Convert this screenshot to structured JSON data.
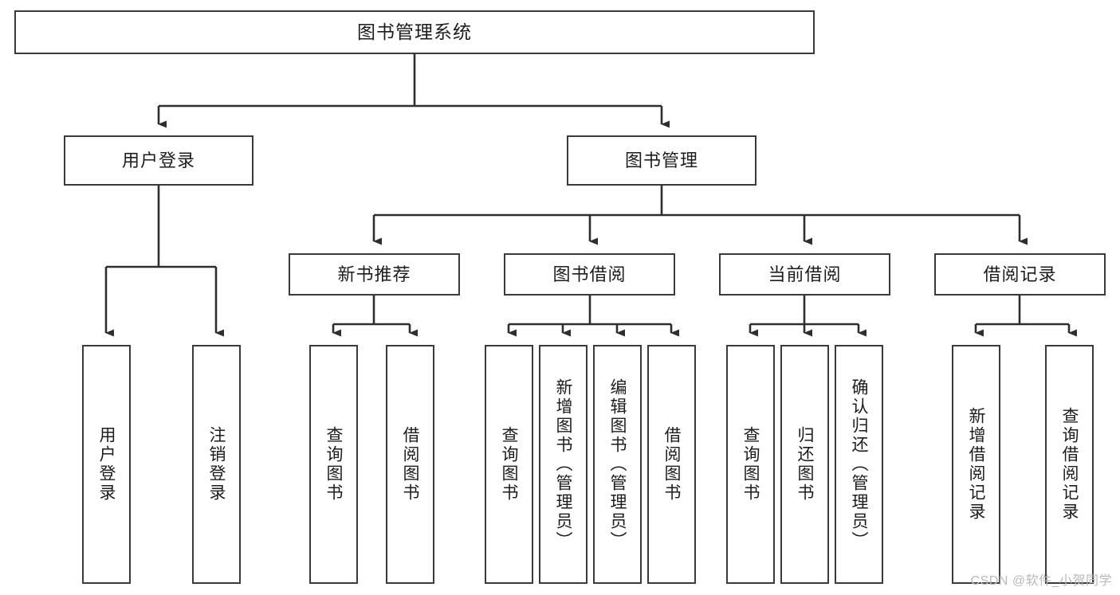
{
  "diagram": {
    "title": "图书管理系统",
    "type": "tree-hierarchy",
    "watermark": "CSDN @软件_小贺同学",
    "colors": {
      "box_border": "#3a3a3a",
      "box_fill": "#ffffff",
      "connector": "#2e2e2e",
      "text": "#1c1c1c",
      "watermark": "#b9b9b9"
    },
    "nodes": {
      "root": {
        "label": "图书管理系统"
      },
      "level1": [
        {
          "id": "user-login",
          "label": "用户登录"
        },
        {
          "id": "book-manage",
          "label": "图书管理"
        }
      ],
      "level2": [
        {
          "id": "new-book-recommend",
          "label": "新书推荐"
        },
        {
          "id": "book-borrow",
          "label": "图书借阅"
        },
        {
          "id": "current-borrow",
          "label": "当前借阅"
        },
        {
          "id": "borrow-record",
          "label": "借阅记录"
        }
      ],
      "leaves": {
        "user-login": [
          {
            "id": "leaf-user-login",
            "label": "用户登录"
          },
          {
            "id": "leaf-logout-login",
            "label": "注销登录"
          }
        ],
        "new-book-recommend": [
          {
            "id": "leaf-query-book-1",
            "label": "查询图书"
          },
          {
            "id": "leaf-borrow-book-1",
            "label": "借阅图书"
          }
        ],
        "book-borrow": [
          {
            "id": "leaf-query-book-2",
            "label": "查询图书"
          },
          {
            "id": "leaf-add-book",
            "label": "新增图书（管理员）"
          },
          {
            "id": "leaf-edit-book",
            "label": "编辑图书（管理员）"
          },
          {
            "id": "leaf-borrow-book-2",
            "label": "借阅图书"
          }
        ],
        "current-borrow": [
          {
            "id": "leaf-query-book-3",
            "label": "查询图书"
          },
          {
            "id": "leaf-return-book",
            "label": "归还图书"
          },
          {
            "id": "leaf-confirm-return",
            "label": "确认归还（管理员）"
          }
        ],
        "borrow-record": [
          {
            "id": "leaf-add-record",
            "label": "新增借阅记录"
          },
          {
            "id": "leaf-query-record",
            "label": "查询借阅记录"
          }
        ]
      }
    }
  }
}
